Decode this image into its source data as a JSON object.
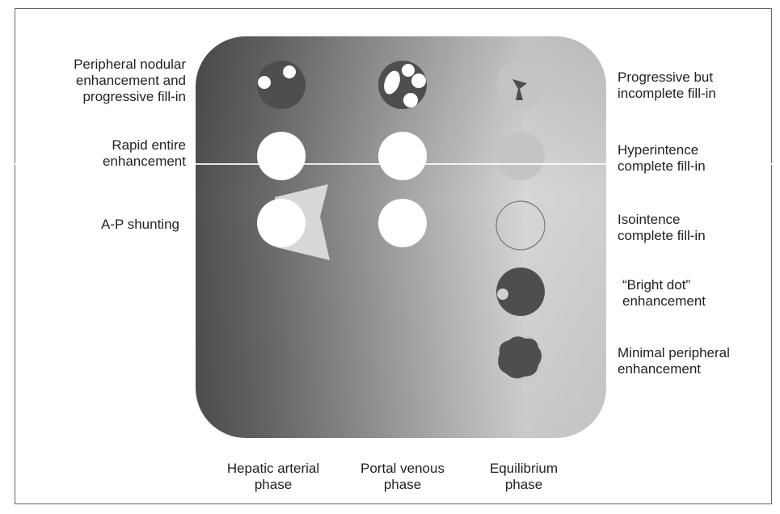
{
  "row_labels": {
    "peripheral_nodular": "Peripheral nodular\nenhancement and\nprogressive fill-in",
    "rapid_entire": "Rapid entire\nenhancement",
    "ap_shunting": "A-P shunting"
  },
  "pattern_labels": {
    "progressive_incomplete": "Progressive but\nincomplete fill-in",
    "hyperintense_complete": "Hyperintence\ncomplete fill-in",
    "isointense_complete": "Isointence\ncomplete fill-in",
    "bright_dot": "“Bright dot”\nenhancement",
    "minimal_peripheral": "Minimal peripheral\nenhancement"
  },
  "phase_labels": {
    "hepatic_arterial": "Hepatic arterial\nphase",
    "portal_venous": "Portal venous\nphase",
    "equilibrium": "Equilibrium\nphase"
  },
  "colors": {
    "lesion_dark": "#4e4e4e",
    "lesion_bright": "#ffffff",
    "lesion_mid": "#c4c4c4",
    "shunt_wedge": "#d8d8d8"
  }
}
